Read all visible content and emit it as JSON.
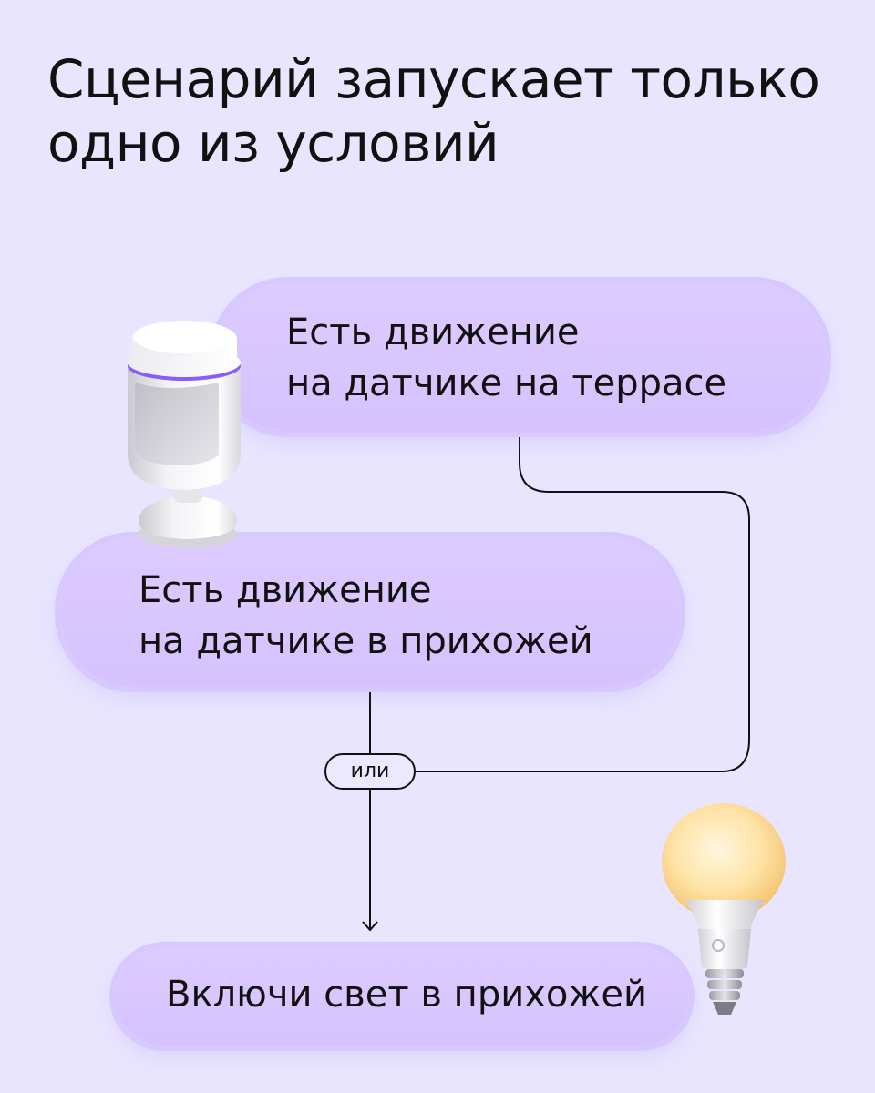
{
  "title": {
    "line1": "Сценарий запускает только",
    "line2": "одно из условий"
  },
  "conditions": [
    {
      "line1": "Есть движение",
      "line2": "на датчике на террасе"
    },
    {
      "line1": "Есть движение",
      "line2": "на датчике в прихожей"
    }
  ],
  "operator": "или",
  "action": {
    "label": "Включи свет в прихожей"
  },
  "icons": {
    "sensor": "motion-sensor-icon",
    "bulb": "smart-bulb-icon"
  },
  "colors": {
    "background": "#e9e5ff",
    "card": "#d7c4ff",
    "sensor_ring": "#8a5cff",
    "bulb_glow": "#ffd98a"
  }
}
